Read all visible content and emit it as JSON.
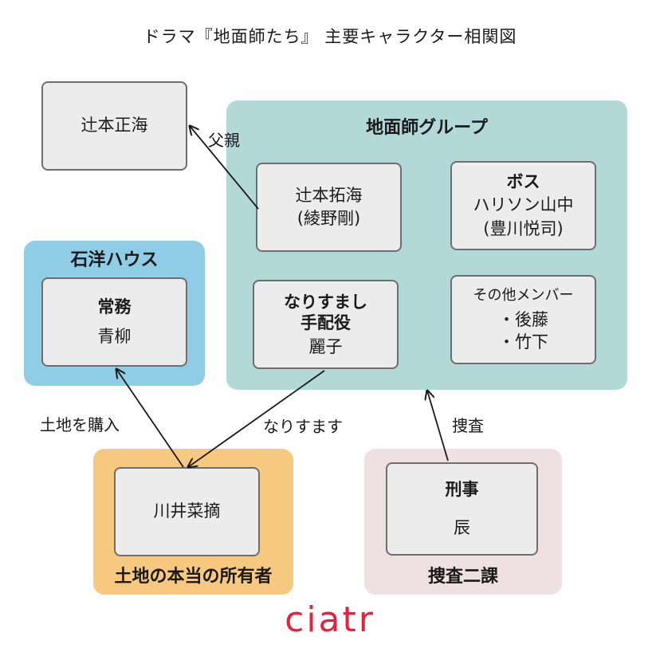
{
  "title": "ドラマ『地面師たち』 主要キャラクター相関図",
  "groups": {
    "jimenshi": {
      "label": "地面師グループ",
      "color": "#b2d8d8"
    },
    "sekiyo": {
      "label": "石洋ハウス",
      "color": "#8fcde6"
    },
    "owner": {
      "label": "土地の本当の所有者",
      "color": "#f7c87f"
    },
    "police": {
      "label": "捜査二課",
      "color": "#efe1e1"
    }
  },
  "nodes": {
    "tsujimoto_masami": {
      "name": "辻本正海"
    },
    "tsujimoto_takumi": {
      "name": "辻本拓海",
      "actor": "(綾野剛)"
    },
    "boss": {
      "role": "ボス",
      "name": "ハリソン山中",
      "actor": "(豊川悦司)"
    },
    "reiko": {
      "role_line1": "なりすまし",
      "role_line2": "手配役",
      "name": "麗子"
    },
    "others": {
      "heading": "その他メンバー",
      "member1": "・後藤",
      "member2": "・竹下"
    },
    "aoyagi": {
      "role": "常務",
      "name": "青柳"
    },
    "kawai": {
      "name": "川井菜摘"
    },
    "tatsu": {
      "role": "刑事",
      "name": "辰"
    }
  },
  "edges": {
    "father": "父親",
    "purchase": "土地を購入",
    "impersonate": "なりすます",
    "investigate": "捜査"
  },
  "logo": "ciatr"
}
